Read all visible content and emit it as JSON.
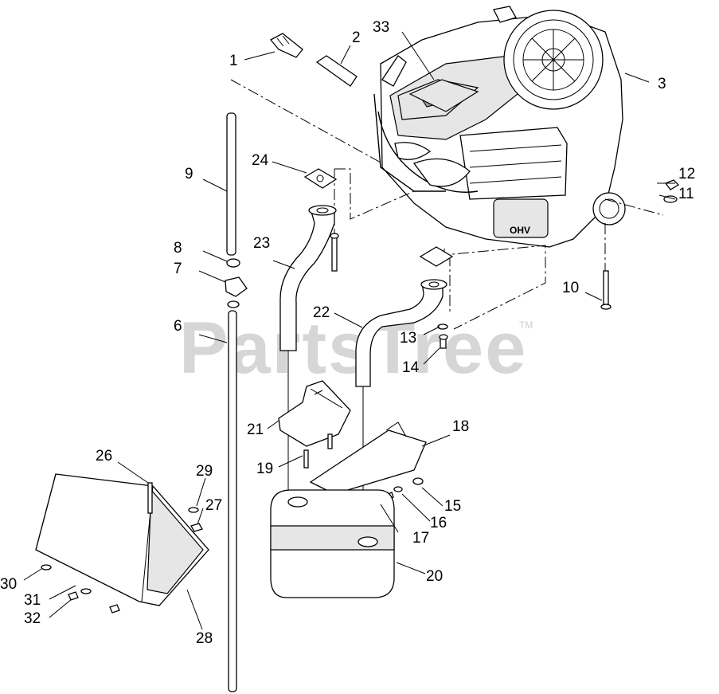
{
  "watermark": {
    "text": "PartsTree",
    "trademark": "TM"
  },
  "engine_decal": {
    "text": "OHV"
  },
  "callouts": [
    "1",
    "2",
    "3",
    "6",
    "7",
    "8",
    "9",
    "10",
    "11",
    "12",
    "13",
    "14",
    "15",
    "16",
    "17",
    "18",
    "19",
    "20",
    "21",
    "22",
    "23",
    "24",
    "26",
    "27",
    "28",
    "29",
    "30",
    "31",
    "32",
    "33"
  ]
}
